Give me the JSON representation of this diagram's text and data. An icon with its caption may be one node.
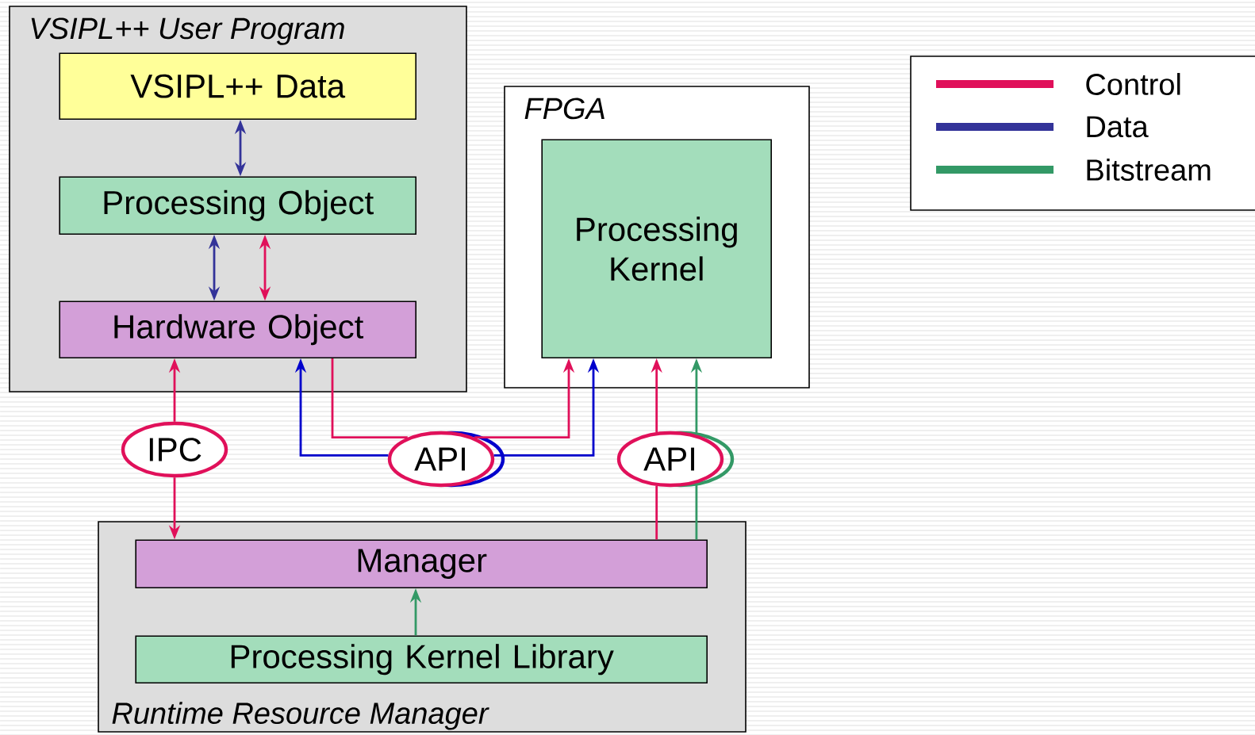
{
  "diagram": {
    "nodes": [
      {
        "text": [
          "VSIPL++ User Program"
        ]
      },
      {
        "text": [
          "VSIPL++ Data"
        ],
        "in": 0
      },
      {
        "text": [
          "Processing Object"
        ],
        "in": 0
      },
      {
        "text": [
          "Hardware Object"
        ],
        "in": 0
      },
      {
        "text": [
          "FPGA"
        ]
      },
      {
        "text": [
          "Processing Kernel"
        ],
        "in": 4
      },
      {
        "text": [
          "Runtime Resource Manager"
        ]
      },
      {
        "text": [
          "Manager"
        ],
        "in": 6
      },
      {
        "text": [
          "Processing Kernel Library"
        ],
        "in": 6
      },
      {
        "text": [
          "IPC"
        ]
      },
      {
        "text": [
          "API"
        ]
      },
      {
        "text": [
          "API"
        ]
      }
    ],
    "edges": [
      {
        "from": 1,
        "to": 2,
        "arrow": "both",
        "color": "#333399"
      },
      {
        "from": 2,
        "to": 3,
        "arrow": "both",
        "color": "#333399"
      },
      {
        "from": 2,
        "to": 3,
        "arrow": "both",
        "color": "#e0105a"
      },
      {
        "from": 9,
        "to": 3,
        "arrow": "to",
        "color": "#e0105a"
      },
      {
        "from": 9,
        "to": 7,
        "arrow": "to",
        "color": "#e0105a"
      },
      {
        "from": 3,
        "to": 10,
        "arrow": "none",
        "color": "#e0105a"
      },
      {
        "from": 10,
        "to": 5,
        "arrow": "to",
        "color": "#e0105a"
      },
      {
        "from": 10,
        "to": 3,
        "arrow": "to",
        "color": "#0000cc"
      },
      {
        "from": 10,
        "to": 5,
        "arrow": "to",
        "color": "#0000cc"
      },
      {
        "from": 7,
        "to": 11,
        "arrow": "none",
        "color": "#e0105a"
      },
      {
        "from": 11,
        "to": 5,
        "arrow": "to",
        "color": "#e0105a"
      },
      {
        "from": 7,
        "to": 11,
        "arrow": "none",
        "color": "#339966"
      },
      {
        "from": 11,
        "to": 5,
        "arrow": "to",
        "color": "#339966"
      },
      {
        "from": 8,
        "to": 7,
        "arrow": "to",
        "color": "#339966"
      }
    ],
    "legend": [
      {
        "text": "Control",
        "color": "#e0105a"
      },
      {
        "text": "Data",
        "color": "#333399"
      },
      {
        "text": "Bitstream",
        "color": "#339966"
      }
    ]
  }
}
